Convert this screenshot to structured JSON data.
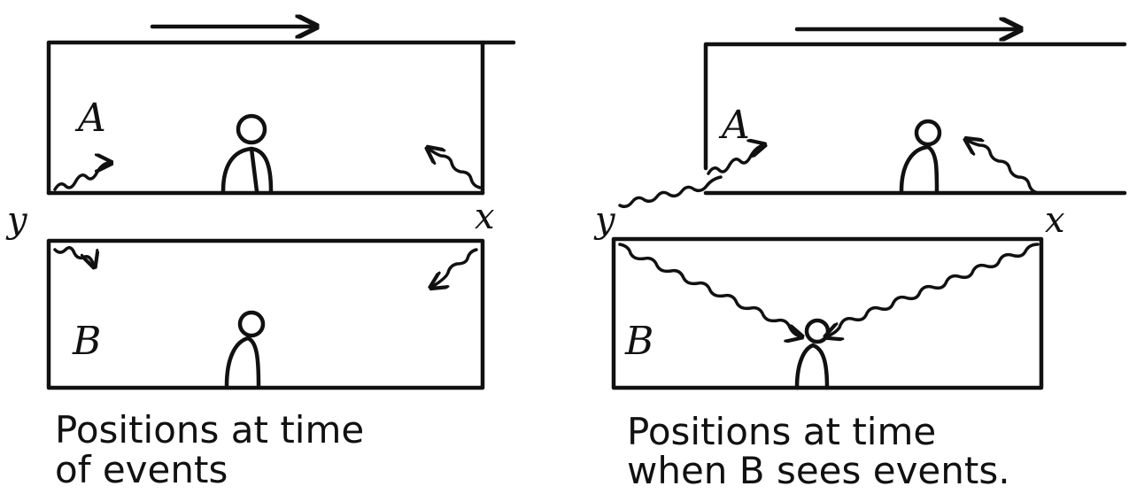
{
  "panels": {
    "left": {
      "carriage_top": "A",
      "carriage_bottom": "B",
      "event_left": "y",
      "event_right": "x",
      "caption_line1": "Positions at time",
      "caption_line2": "of events"
    },
    "right": {
      "carriage_top": "A",
      "carriage_bottom": "B",
      "event_left": "y",
      "event_right": "x",
      "caption_line1": "Positions at time",
      "caption_line2": "when B sees events."
    }
  },
  "style": {
    "ink": "#111111",
    "paper": "#ffffff"
  }
}
